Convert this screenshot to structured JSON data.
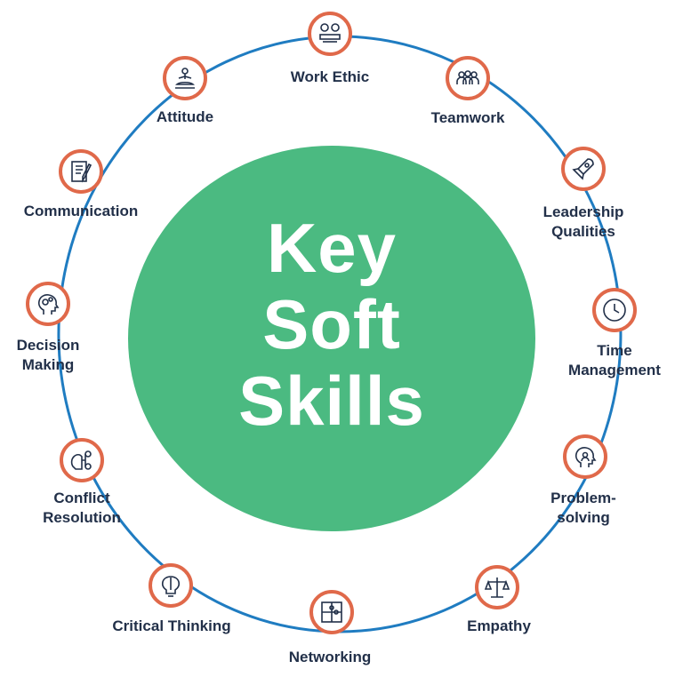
{
  "title": {
    "line1": "Key",
    "line2": "Soft",
    "line3": "Skills"
  },
  "colors": {
    "ring": "#1f7cc1",
    "node_border": "#e0694a",
    "core": "#4bba81",
    "text": "#223049"
  },
  "skills": [
    {
      "label": "Work Ethic",
      "icon": "team-meeting-icon"
    },
    {
      "label": "Teamwork",
      "icon": "group-people-icon"
    },
    {
      "label": "Leadership\nQualities",
      "icon": "rocket-icon"
    },
    {
      "label": "Time\nManagement",
      "icon": "clock-icon"
    },
    {
      "label": "Problem-solving",
      "icon": "head-person-icon"
    },
    {
      "label": "Empathy",
      "icon": "scales-icon"
    },
    {
      "label": "Networking",
      "icon": "puzzle-icon"
    },
    {
      "label": "Critical Thinking",
      "icon": "brain-bulb-icon"
    },
    {
      "label": "Conflict\nResolution",
      "icon": "network-people-icon"
    },
    {
      "label": "Decision\nMaking",
      "icon": "head-gears-icon"
    },
    {
      "label": "Communication",
      "icon": "document-pen-icon"
    },
    {
      "label": "Attitude",
      "icon": "meditation-icon"
    }
  ]
}
